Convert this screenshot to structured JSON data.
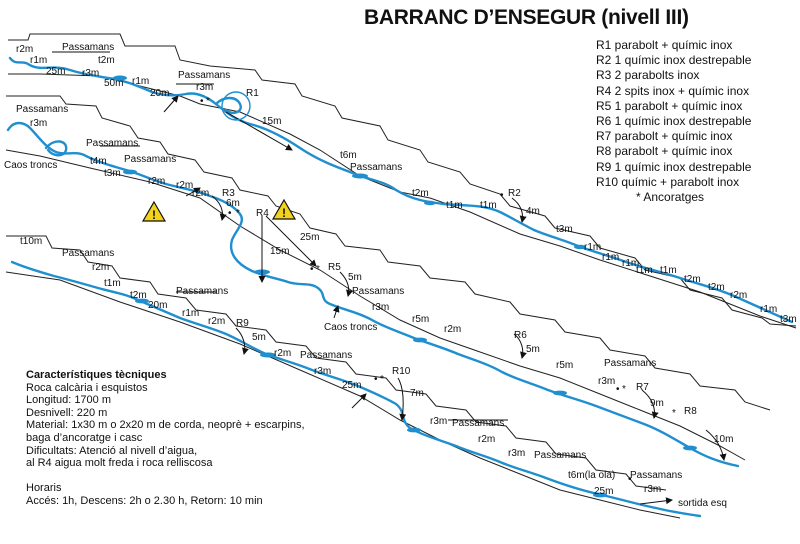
{
  "title": "BARRANC D’ENSEGUR (nivell III)",
  "legend": {
    "items": [
      "R1 parabolt + químic inox",
      "R2 1 químic inox destrepable",
      "R3 2 parabolts inox",
      "R4 2 spits inox + químic inox",
      "R5 1 parabolt + químic inox",
      "R6 1 químic inox destrepable",
      "R7 parabolt + químic inox",
      "R8 parabolt + químic inox",
      "R9 1 químic inox destrepable",
      "R10 químic + parabolt inox"
    ],
    "anchor_symbol": "*",
    "anchor_label": "Ancoratges"
  },
  "specs": {
    "heading": "Característiques tècniques",
    "lines": [
      "Roca calcària i esquistos",
      "Longitud: 1700 m",
      "Desnivell: 220 m",
      "Material: 1x30 m o 2x20 m de corda, neoprè + escarpins,",
      "baga d’ancoratge i casc",
      "Dificultats: Atenció al nivell d’aigua,",
      "al R4 aigua molt freda i roca relliscosa"
    ],
    "schedule_title": "Horaris",
    "schedule": "Accés: 1h, Descens: 2h o 2.30 h, Retorn: 10 min"
  },
  "colors": {
    "water": "#1f8fd0",
    "warning": "#f2d21b",
    "ink": "#111111"
  },
  "labels": {
    "b1": [
      "r2m",
      "Passamans",
      "r1m",
      "t2m",
      "25m",
      "r3m",
      "50m",
      "r1m",
      "Passamans",
      "20m",
      "r3m",
      "R1",
      "15m",
      "t6m",
      "Passamans",
      "t2m",
      "t1m",
      "t1m",
      "R2",
      "4m",
      "t3m",
      "r1m",
      "r1m",
      "r1m",
      "t1m",
      "t1m",
      "t2m",
      "t2m",
      "r2m",
      "r1m",
      "t3m"
    ],
    "b2": [
      "Passamans",
      "r3m",
      "Passamans",
      "Caos troncs",
      "t4m",
      "Passamans",
      "t3m",
      "r2m",
      "r2m",
      "r2m",
      "R3",
      "6m",
      "R4",
      "15m",
      "25m",
      "R5",
      "5m",
      "Passamans",
      "Caos troncs",
      "r3m",
      "r5m",
      "r2m",
      "R6",
      "5m",
      "r5m",
      "Passamans",
      "r3m",
      "R7",
      "9m",
      "R8",
      "10m"
    ],
    "b3": [
      "t10m",
      "Passamans",
      "r2m",
      "t1m",
      "t2m",
      "Passamans",
      "20m",
      "r1m",
      "r2m",
      "R9",
      "5m",
      "r2m",
      "Passamans",
      "r3m",
      "25m",
      "R10",
      "7m",
      "r3m",
      "Passamans",
      "r2m",
      "r3m",
      "Passamans",
      "t6m(la ola)",
      "25m",
      "Passamans",
      "r3m",
      "sortida esq"
    ]
  }
}
